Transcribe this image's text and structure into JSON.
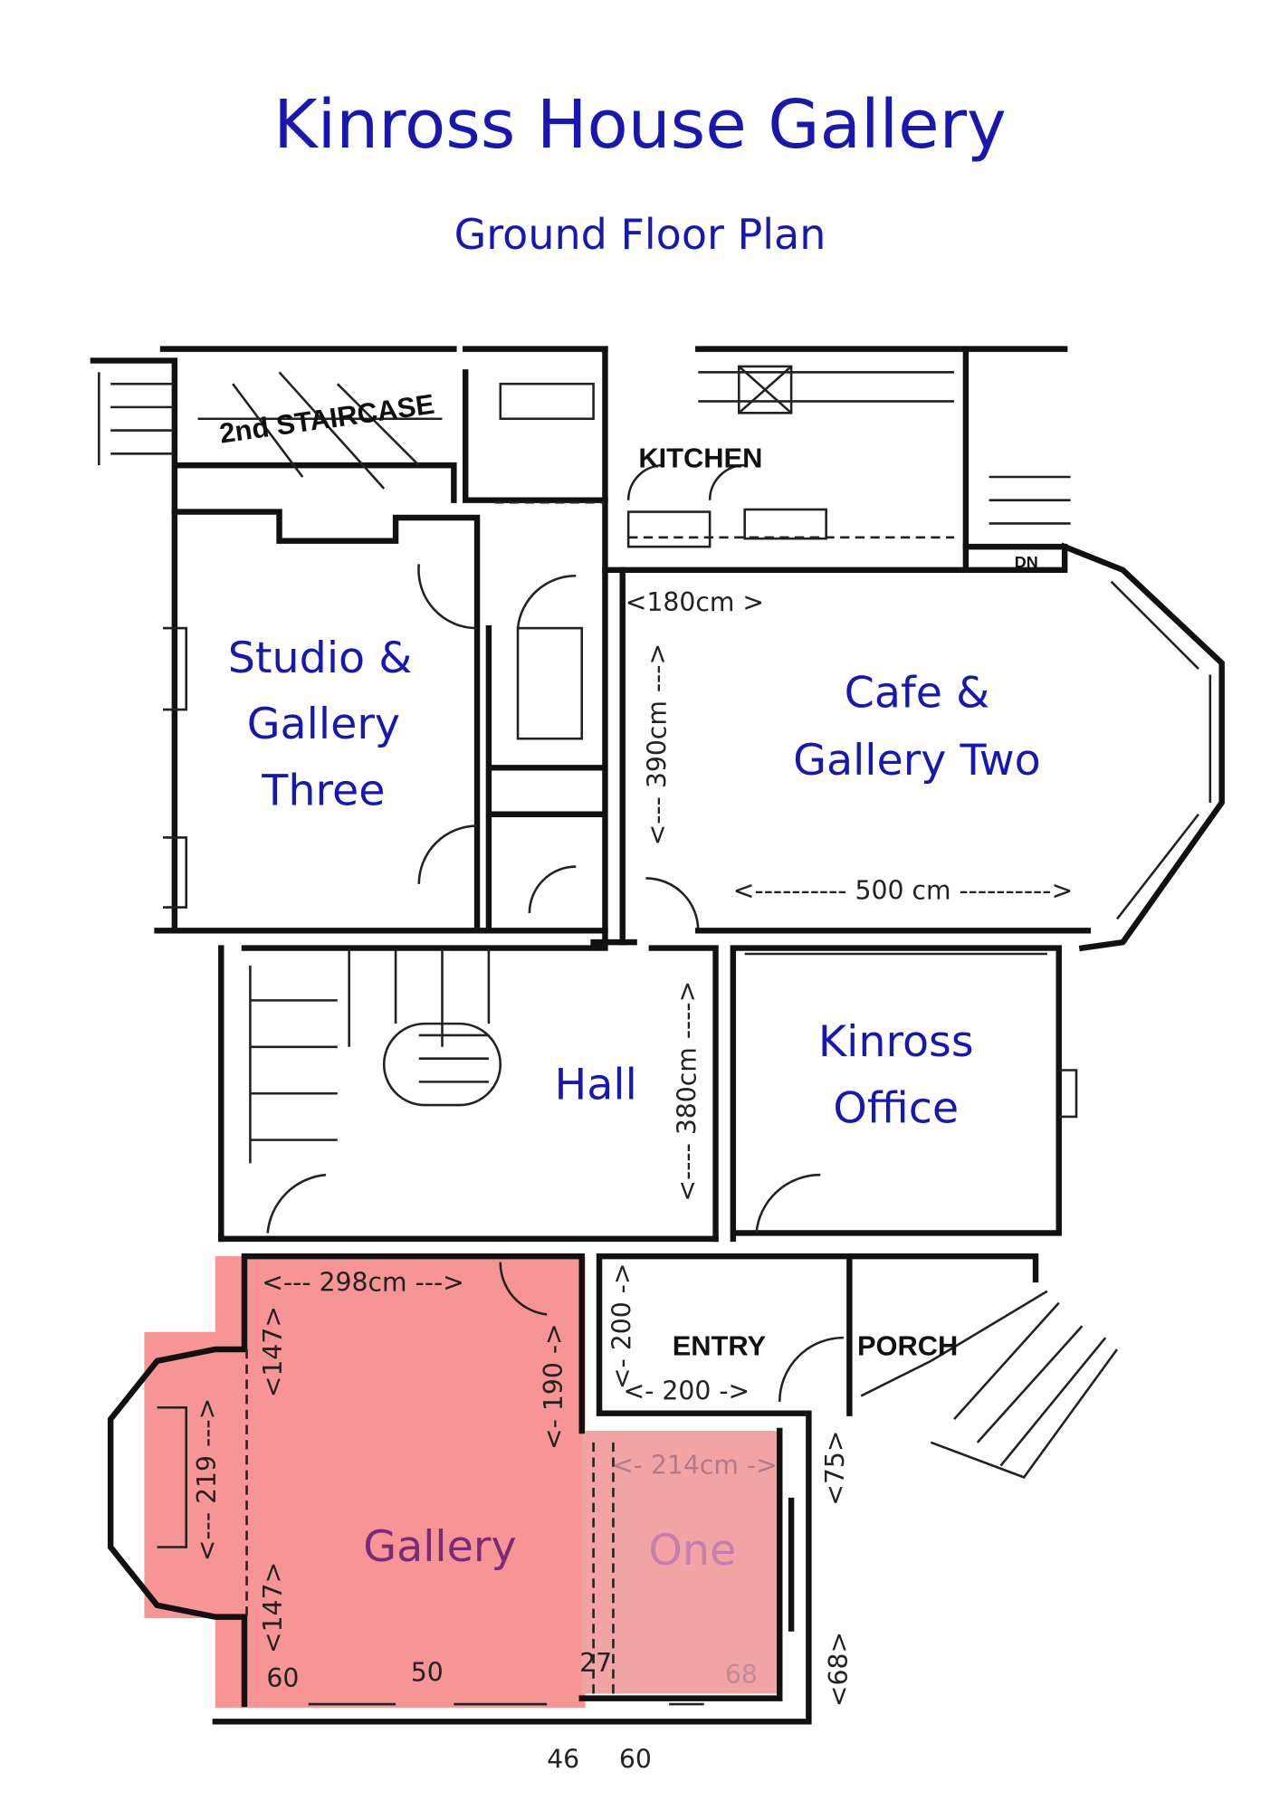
{
  "header": {
    "title": "Kinross House Gallery",
    "subtitle": "Ground Floor Plan"
  },
  "colors": {
    "title": "#1818b0",
    "room_label": "#1818b0",
    "gallery_highlight": "#f79494",
    "gallery_one_highlight": "#f2a4a4",
    "gallery_label": "#7a2a7a",
    "gallery_one_label": "#c47fae"
  },
  "rooms": {
    "studio": [
      "Studio &",
      "Gallery",
      "Three"
    ],
    "cafe": [
      "Cafe &",
      "Gallery Two"
    ],
    "hall": "Hall",
    "office": [
      "Kinross",
      "Office"
    ],
    "gallery": "Gallery",
    "gallery_one": "One"
  },
  "plan_labels": {
    "staircase": "2nd STAIRCASE",
    "kitchen": "KITCHEN",
    "entry": "ENTRY",
    "porch": "PORCH",
    "down": "DN"
  },
  "dimensions": {
    "cafe_width": "<180cm >",
    "cafe_depth": "<--- 390cm --->",
    "cafe_length": "<---------- 500 cm ---------->",
    "hall_length": "<---- 380cm ---->",
    "gallery_width": "<--- 298cm --->",
    "gallery_side_top": "<147>",
    "gallery_side_bottom": "<147>",
    "gallery_depth": "<- 190 ->",
    "entry_depth": "<- 200 ->",
    "entry_width": "<- 200 ->",
    "gallery_one_width": "<- 214cm ->",
    "bay_width": "<--- 219 --->",
    "right_75": "<75>",
    "right_68": "<68>",
    "bottom_60a": "60",
    "bottom_50": "50",
    "bottom_27": "27",
    "bottom_68": "68",
    "below_46": "46",
    "below_60": "60"
  }
}
